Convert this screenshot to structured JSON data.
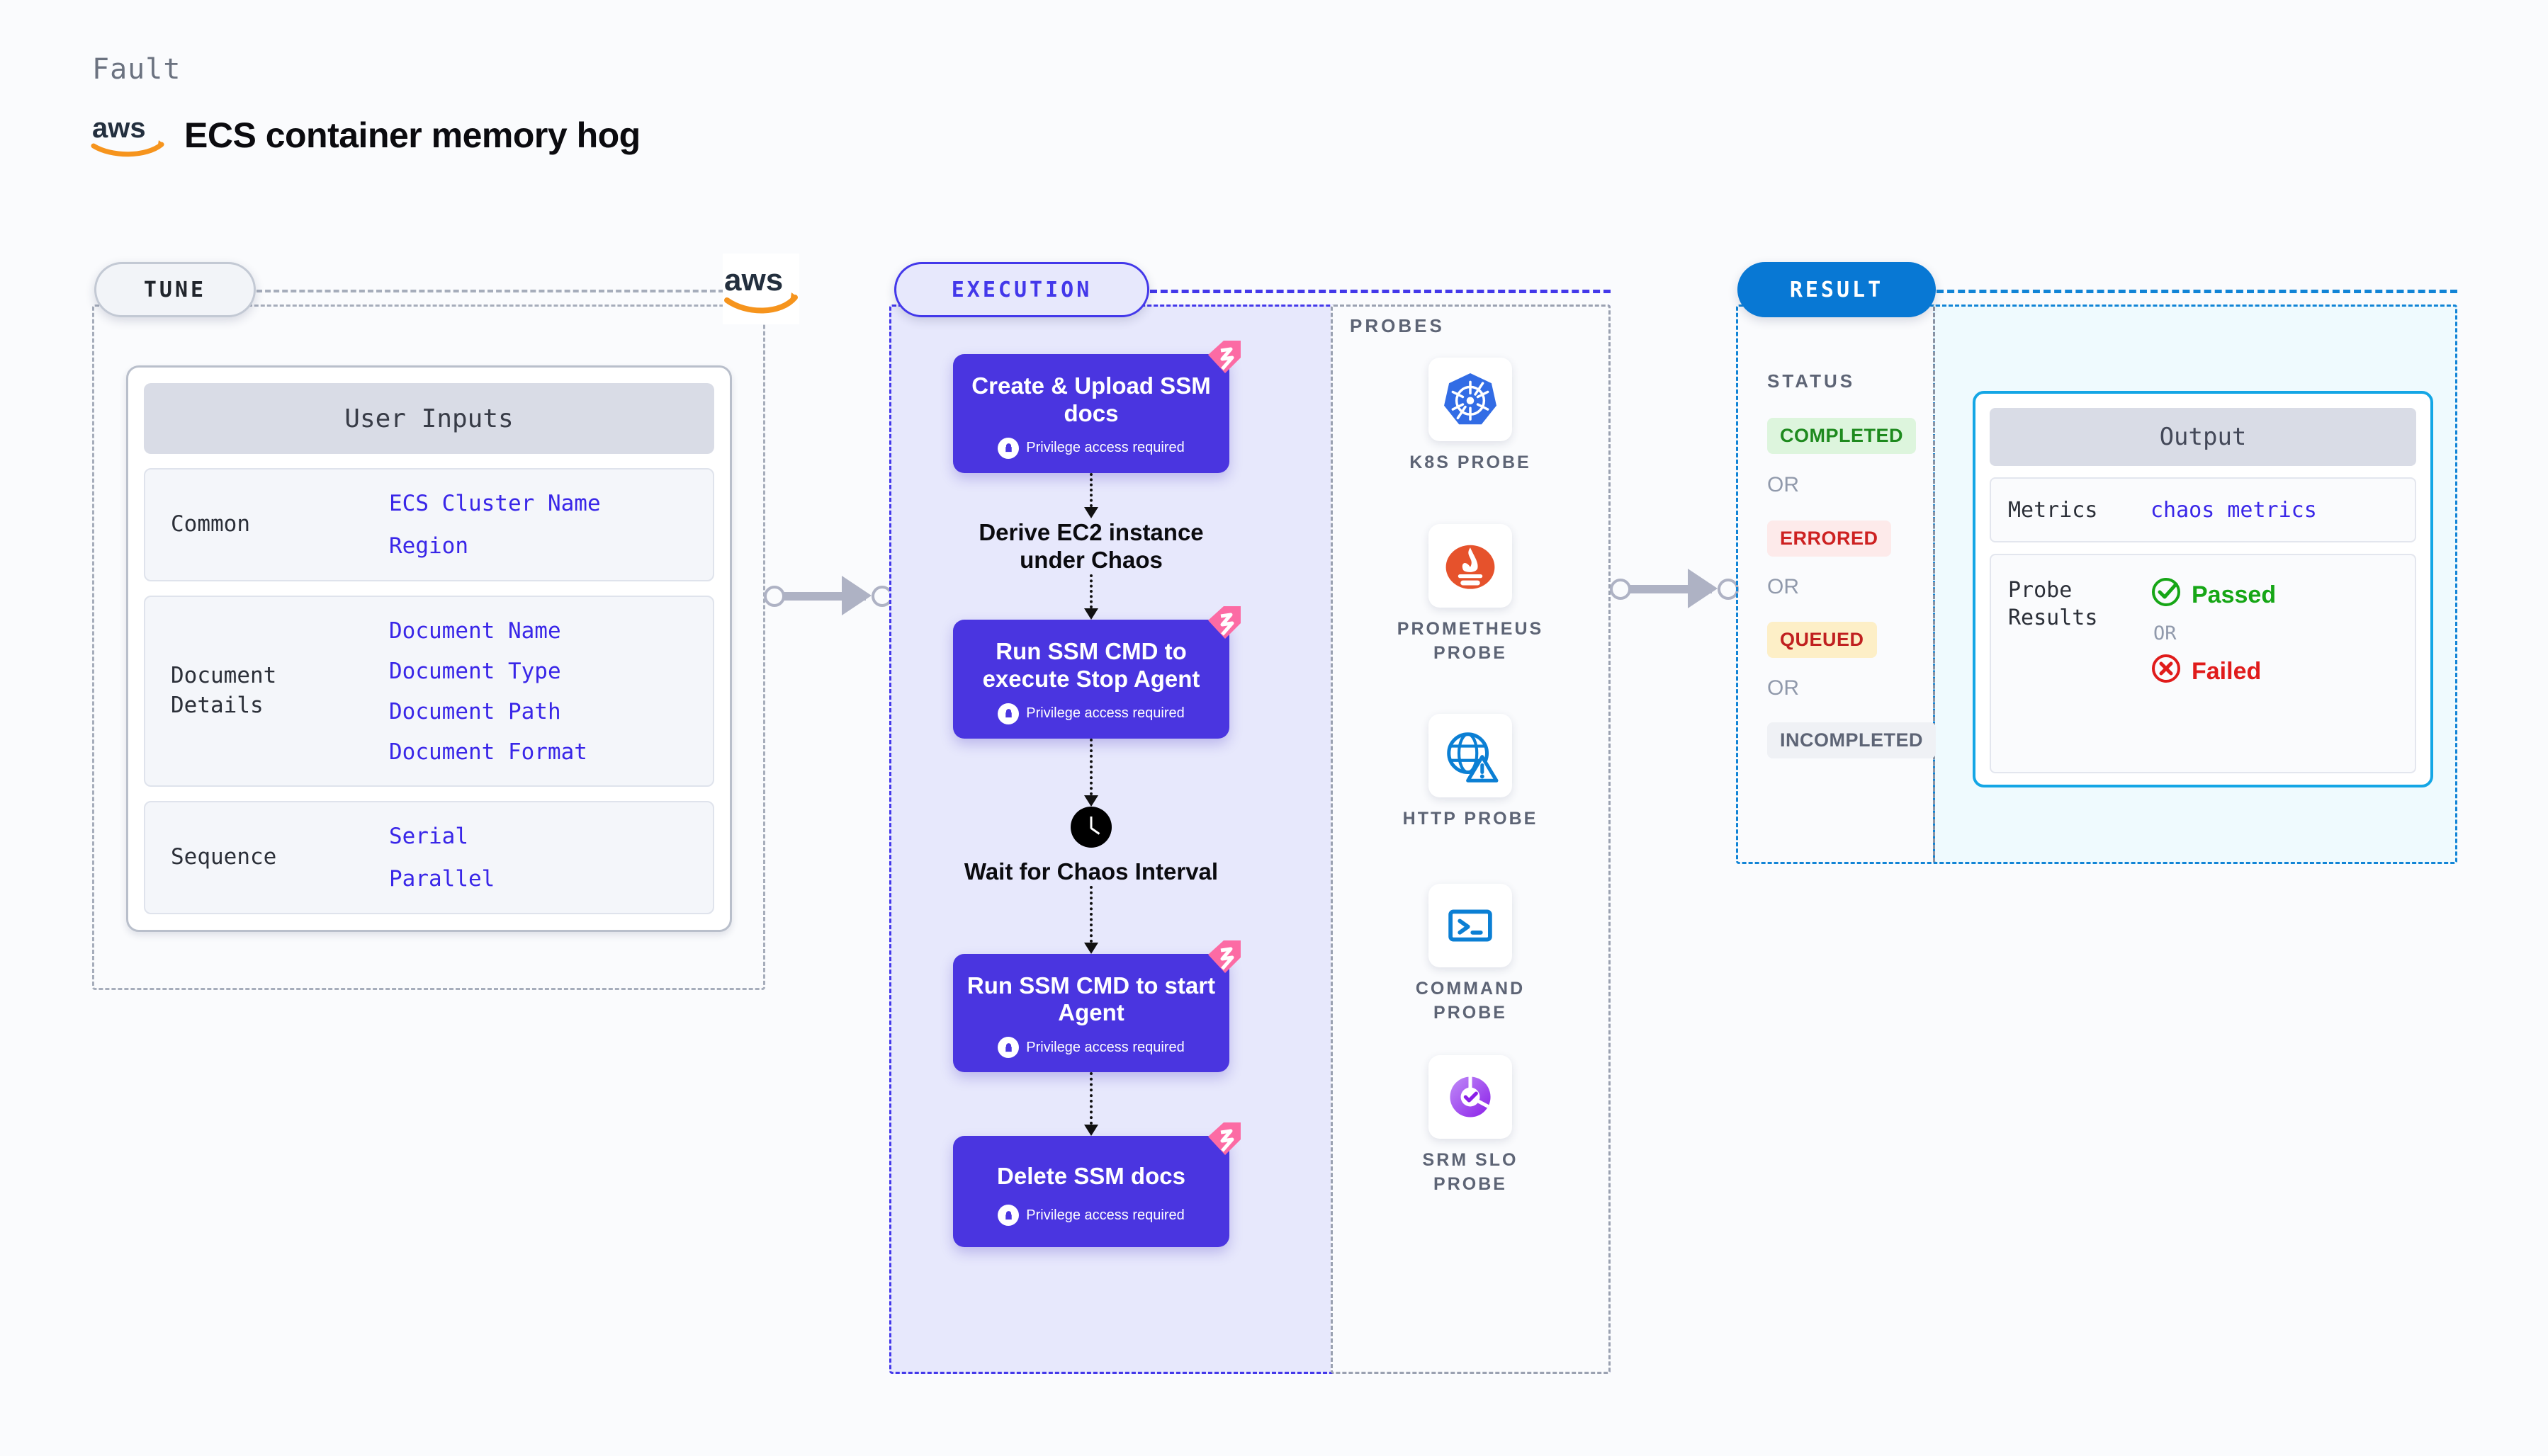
{
  "header": {
    "eyebrow": "Fault",
    "title": "ECS container memory hog",
    "logo_icon": "aws-logo"
  },
  "tune": {
    "pill_label": "TUNE",
    "aws_badge_icon": "aws-logo",
    "card_title": "User Inputs",
    "groups": [
      {
        "label": "Common",
        "values": [
          "ECS Cluster Name",
          "Region"
        ]
      },
      {
        "label": "Document\nDetails",
        "values": [
          "Document Name",
          "Document Type",
          "Document Path",
          "Document Format"
        ]
      },
      {
        "label": "Sequence",
        "values": [
          "Serial",
          "Parallel"
        ]
      }
    ]
  },
  "execution": {
    "pill_label": "EXECUTION",
    "steps": [
      {
        "kind": "card",
        "title": "Create & Upload SSM docs",
        "sub": "Privilege access required",
        "badge": "harness-badge-icon",
        "lock": "lock-icon"
      },
      {
        "kind": "plain",
        "title": "Derive EC2 instance under Chaos"
      },
      {
        "kind": "card",
        "title": "Run SSM CMD to execute Stop Agent",
        "sub": "Privilege access required",
        "badge": "harness-badge-icon",
        "lock": "lock-icon"
      },
      {
        "kind": "clock",
        "title": "Wait for Chaos Interval",
        "icon": "clock-icon"
      },
      {
        "kind": "card",
        "title": "Run SSM CMD to start Agent",
        "sub": "Privilege access required",
        "badge": "harness-badge-icon",
        "lock": "lock-icon"
      },
      {
        "kind": "card",
        "title": "Delete SSM docs",
        "sub": "Privilege access required",
        "badge": "harness-badge-icon",
        "lock": "lock-icon"
      }
    ],
    "probes_title": "PROBES",
    "probes": [
      {
        "label": "K8S PROBE",
        "icon": "kubernetes-icon"
      },
      {
        "label": "PROMETHEUS PROBE",
        "icon": "prometheus-icon"
      },
      {
        "label": "HTTP PROBE",
        "icon": "http-globe-warning-icon"
      },
      {
        "label": "COMMAND PROBE",
        "icon": "command-terminal-icon"
      },
      {
        "label": "SRM SLO PROBE",
        "icon": "srm-slo-icon"
      }
    ]
  },
  "result": {
    "pill_label": "RESULT",
    "status_title": "STATUS",
    "or_label": "OR",
    "statuses": [
      {
        "label": "COMPLETED",
        "bg": "#ddf5dd",
        "fg": "#1e8a1e"
      },
      {
        "label": "ERRORED",
        "bg": "#fdeaea",
        "fg": "#cd2121"
      },
      {
        "label": "QUEUED",
        "bg": "#fdefc7",
        "fg": "#c02020"
      },
      {
        "label": "INCOMPLETED",
        "bg": "#eff1f5",
        "fg": "#5d6475"
      }
    ],
    "output": {
      "title": "Output",
      "metrics_label": "Metrics",
      "metrics_value": "chaos metrics",
      "probe_label": "Probe\nResults",
      "passed_label": "Passed",
      "failed_label": "Failed",
      "or_label": "OR",
      "passed_icon": "check-circle-icon",
      "failed_icon": "x-circle-icon"
    }
  },
  "colors": {
    "purple": "#4a35e0",
    "pink": "#fc6ba4",
    "blue": "#0878d4",
    "cyan": "#14a6e5",
    "aws_orange": "#f6941d",
    "link_indigo": "#3926e8"
  }
}
